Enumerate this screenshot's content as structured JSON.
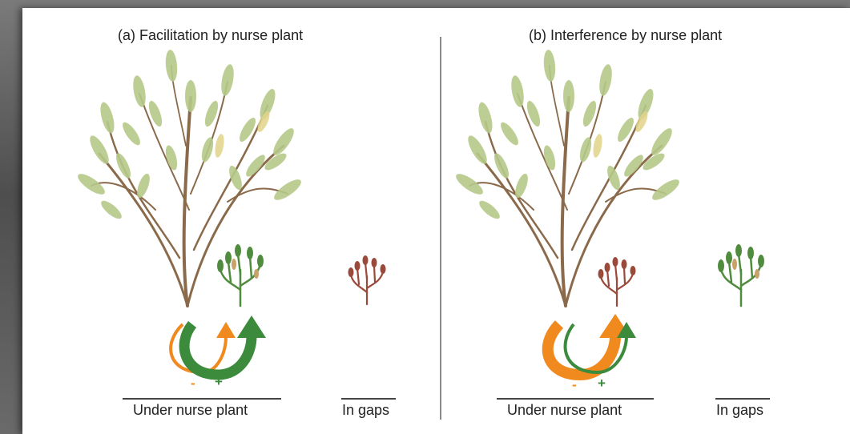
{
  "panels": [
    {
      "title": "(a) Facilitation by nurse plant",
      "under_label": "Under nurse plant",
      "gap_label": "In gaps",
      "minus": "-",
      "plus": "+"
    },
    {
      "title": "(b) Interference by nurse plant",
      "under_label": "Under nurse plant",
      "gap_label": "In gaps",
      "minus": "-",
      "plus": "+"
    }
  ],
  "colors": {
    "leaf": "#b6c98a",
    "branch": "#8a6a4a",
    "healthy_seedling": "#4f8c3d",
    "stressed_seedling": "#9a4a3a",
    "negative_arrow": "#f08a1e",
    "positive_arrow": "#3c8a3c"
  },
  "icons": [
    "nurse-shrub-icon",
    "seedling-icon",
    "interaction-arrows-icon"
  ]
}
